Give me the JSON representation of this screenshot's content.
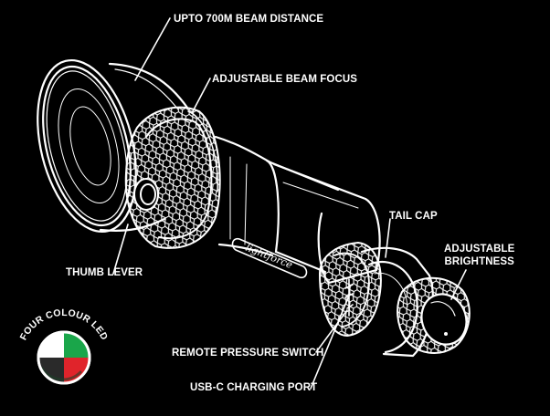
{
  "callouts": {
    "beam_distance": "UPTO 700M BEAM DISTANCE",
    "beam_focus": "ADJUSTABLE BEAM FOCUS",
    "tail_cap": "TAIL CAP",
    "brightness_line1": "ADJUSTABLE",
    "brightness_line2": "BRIGHTNESS",
    "thumb_lever": "THUMB LEVER",
    "pressure_switch": "REMOTE PRESSURE SWITCH",
    "charging_port": "USB-C CHARGING PORT"
  },
  "badge": {
    "text": "FOUR COLOUR LED",
    "colors": {
      "white": "#ffffff",
      "green": "#1aa64a",
      "red": "#e0242b",
      "border": "#ffffff"
    }
  },
  "brand": {
    "logo_text": "lightforce"
  },
  "colors": {
    "background": "#000000",
    "line": "#ffffff"
  }
}
